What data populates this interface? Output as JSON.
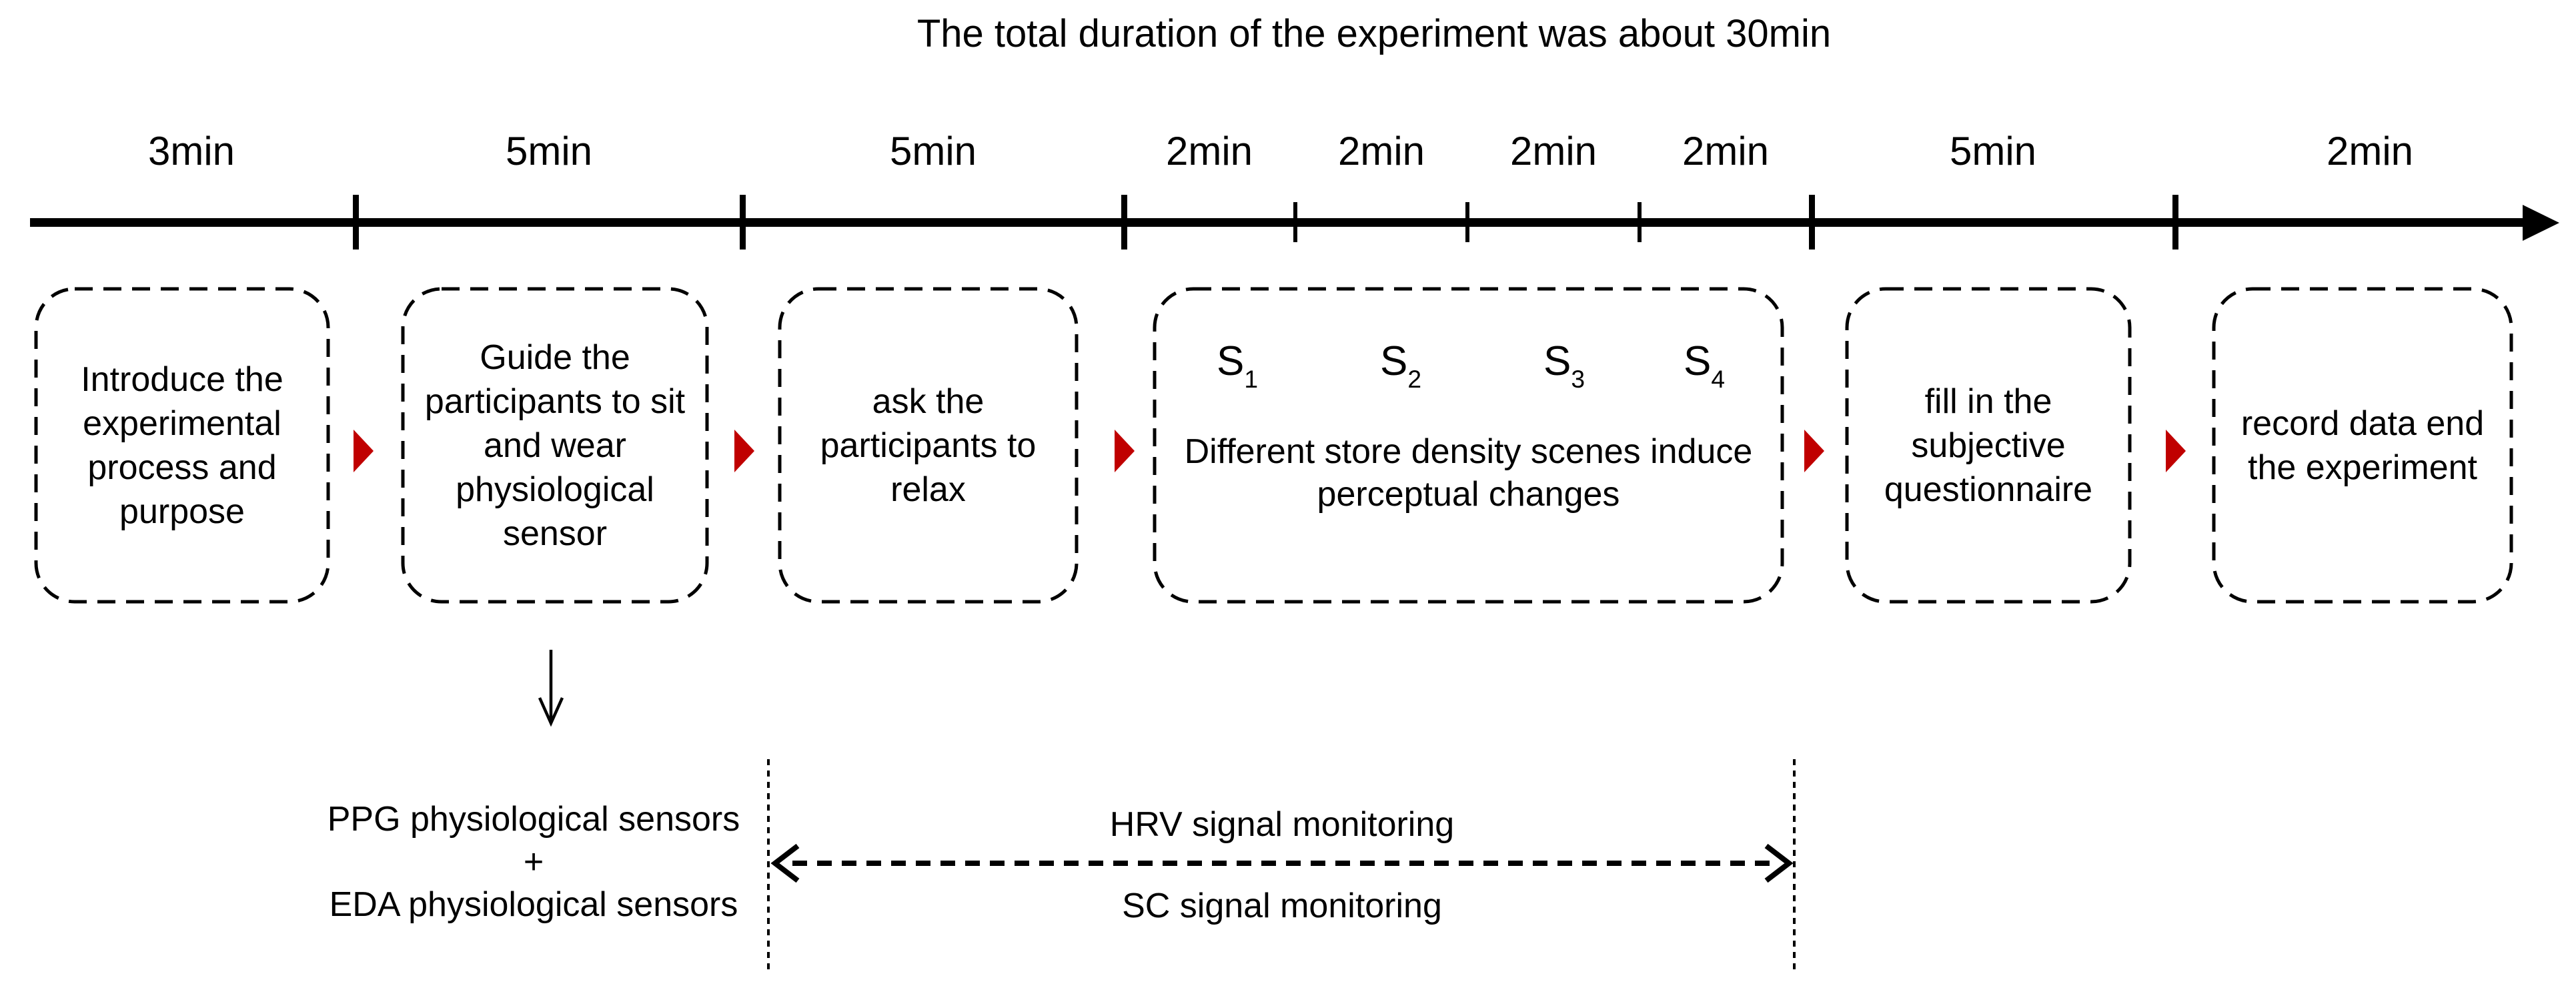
{
  "title": "The total duration of the experiment was about 30min",
  "timeline": {
    "labels": [
      "3min",
      "5min",
      "5min",
      "2min",
      "2min",
      "2min",
      "2min",
      "5min",
      "2min"
    ]
  },
  "steps": {
    "box1": {
      "text": "Introduce the experimental process and purpose"
    },
    "box2": {
      "text": "Guide the participants to sit and wear physiological sensor"
    },
    "box3": {
      "text": "ask the participants to relax"
    },
    "box4": {
      "scenes": [
        {
          "base": "S",
          "sub": "1"
        },
        {
          "base": "S",
          "sub": "2"
        },
        {
          "base": "S",
          "sub": "3"
        },
        {
          "base": "S",
          "sub": "4"
        }
      ],
      "text": "Different store density scenes induce perceptual changes"
    },
    "box5": {
      "text": "fill in the subjective questionnaire"
    },
    "box6": {
      "text": "record data end the experiment"
    }
  },
  "annotations": {
    "sensor": {
      "line1": "PPG physiological sensors",
      "plus": "+",
      "line2": "EDA physiological sensors"
    },
    "monitoring": {
      "hrv": "HRV signal monitoring",
      "sc": "SC signal monitoring"
    }
  },
  "colors": {
    "ink": "#000000",
    "flow_arrow": "#c00000"
  }
}
